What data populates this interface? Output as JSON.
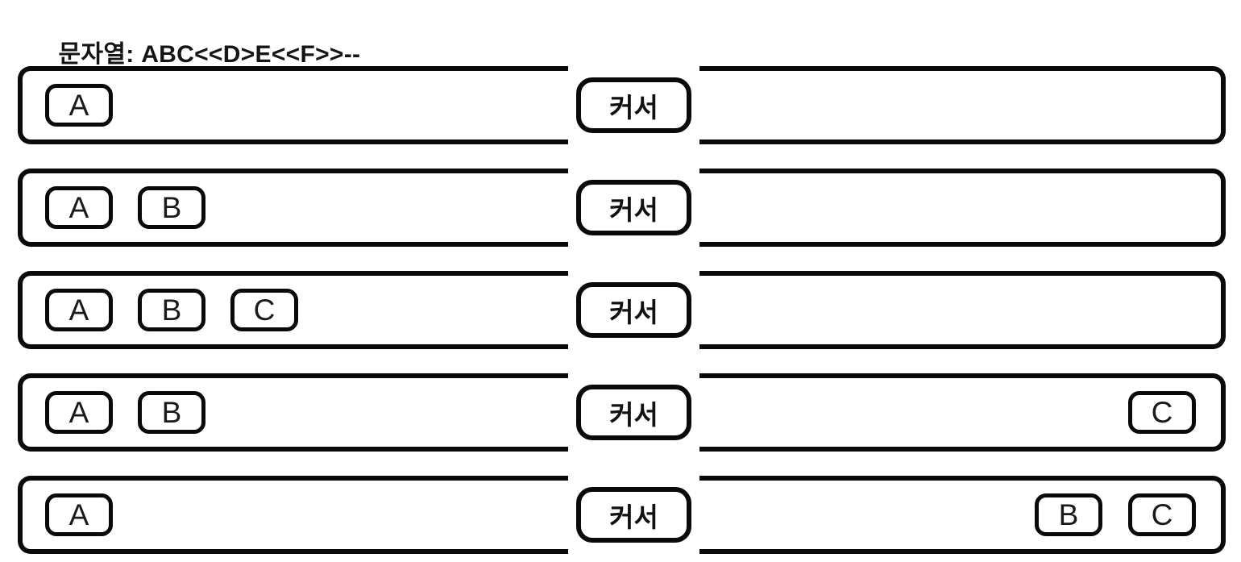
{
  "title": {
    "prefix": "문자열: ",
    "processed": "ABC<<",
    "remaining": "D>E<<F>>--"
  },
  "cursor_label": "커서",
  "rows": [
    {
      "left": [
        "A"
      ],
      "right": []
    },
    {
      "left": [
        "A",
        "B"
      ],
      "right": []
    },
    {
      "left": [
        "A",
        "B",
        "C"
      ],
      "right": []
    },
    {
      "left": [
        "A",
        "B"
      ],
      "right": [
        "C"
      ]
    },
    {
      "left": [
        "A"
      ],
      "right": [
        "B",
        "C"
      ]
    }
  ],
  "colors": {
    "stroke": "#0a0a0a",
    "background": "#ffffff",
    "text": "#111111"
  }
}
